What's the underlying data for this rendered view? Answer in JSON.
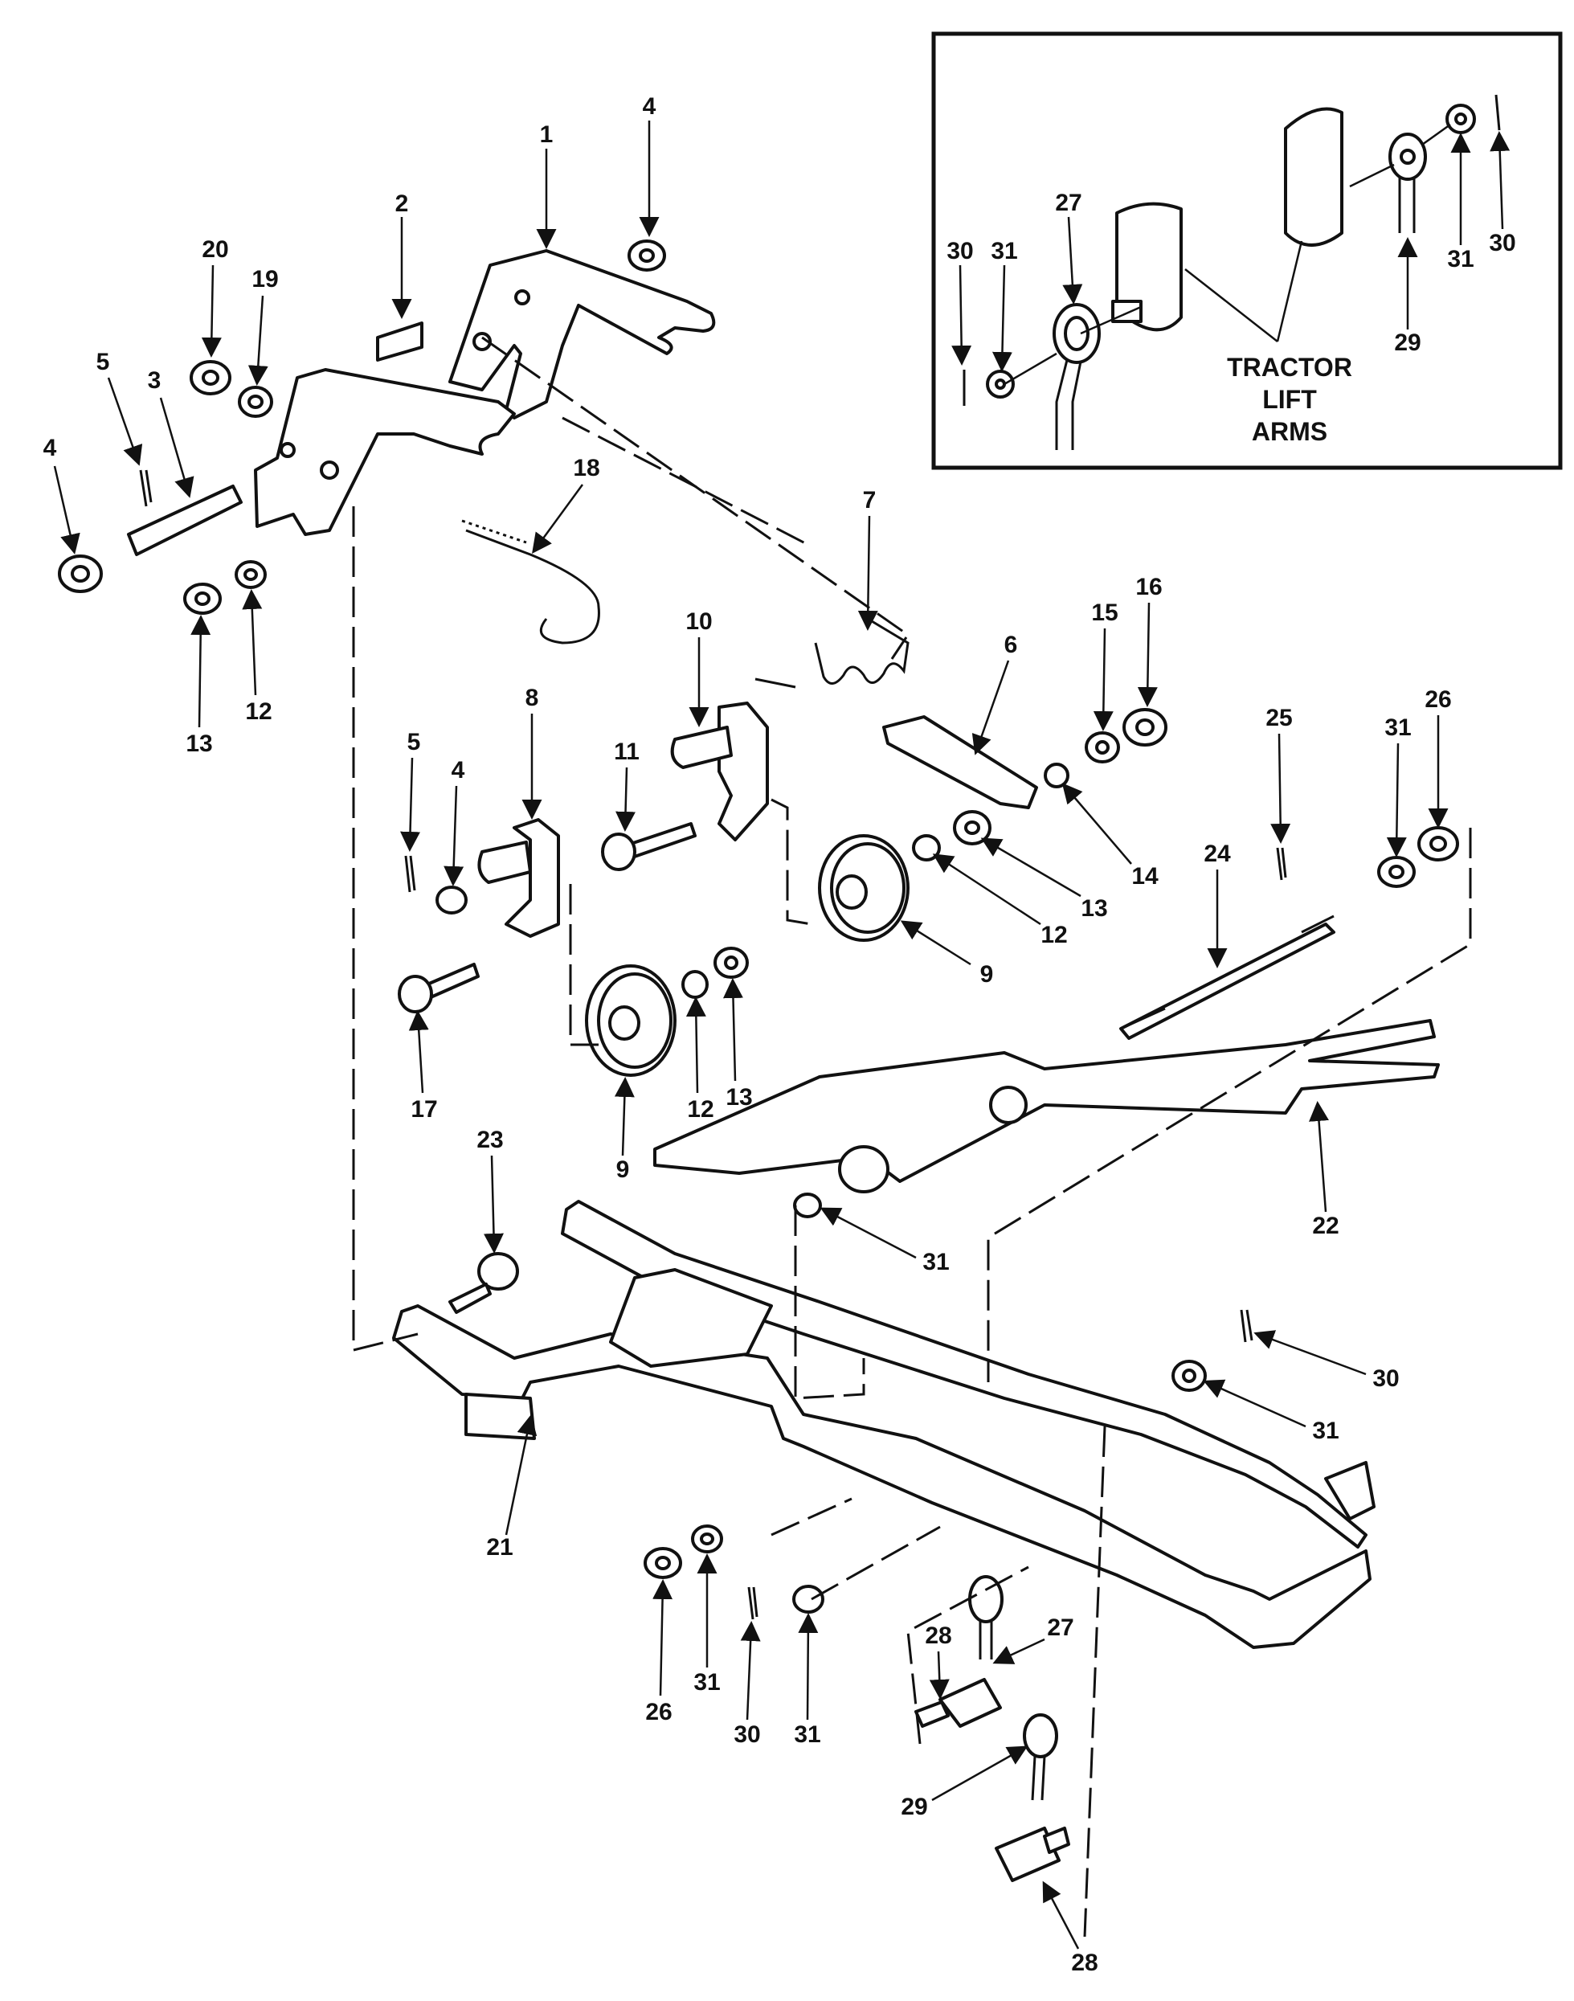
{
  "inset": {
    "caption_lines": [
      "TRACTOR",
      "LIFT",
      "ARMS"
    ],
    "callouts": [
      "30",
      "31",
      "27",
      "29",
      "31",
      "30"
    ]
  },
  "callouts": [
    "1",
    "2",
    "4",
    "20",
    "19",
    "5",
    "3",
    "4",
    "18",
    "12",
    "13",
    "7",
    "10",
    "6",
    "16",
    "15",
    "11",
    "14",
    "13",
    "12",
    "9",
    "5",
    "4",
    "8",
    "17",
    "12",
    "13",
    "9",
    "24",
    "25",
    "31",
    "26",
    "23",
    "22",
    "21",
    "31",
    "30",
    "31",
    "26",
    "31",
    "30",
    "31",
    "28",
    "27",
    "29",
    "28"
  ],
  "colors": {
    "ink": "#111111",
    "paper": "#ffffff"
  }
}
